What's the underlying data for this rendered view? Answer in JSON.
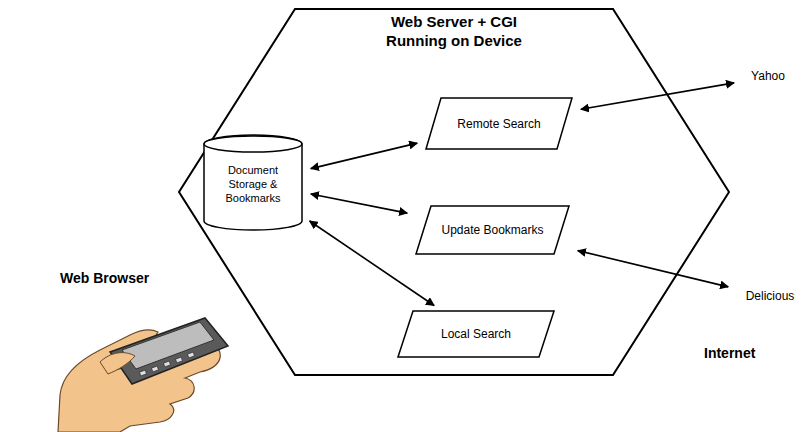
{
  "diagram": {
    "nodes": [
      {
        "text": [
          "Web Server + CGI Running on Device"
        ]
      },
      {
        "text": [
          "Document Storage & Bookmarks"
        ],
        "in": 0
      },
      {
        "text": [
          "Remote Search"
        ],
        "in": 0
      },
      {
        "text": [
          "Update Bookmarks"
        ],
        "in": 0
      },
      {
        "text": [
          "Local Search"
        ],
        "in": 0
      },
      {
        "text": [
          "Yahoo"
        ]
      },
      {
        "text": [
          "Delicious"
        ]
      }
    ],
    "edges": [
      {
        "from": 1,
        "to": 2,
        "arrow": "both"
      },
      {
        "from": 1,
        "to": 3,
        "arrow": "both"
      },
      {
        "from": 1,
        "to": 4,
        "arrow": "both"
      },
      {
        "from": 2,
        "to": 5,
        "arrow": "both"
      },
      {
        "from": 3,
        "to": 6,
        "arrow": "both"
      }
    ],
    "labels": [
      "Web Browser",
      "Internet"
    ]
  }
}
